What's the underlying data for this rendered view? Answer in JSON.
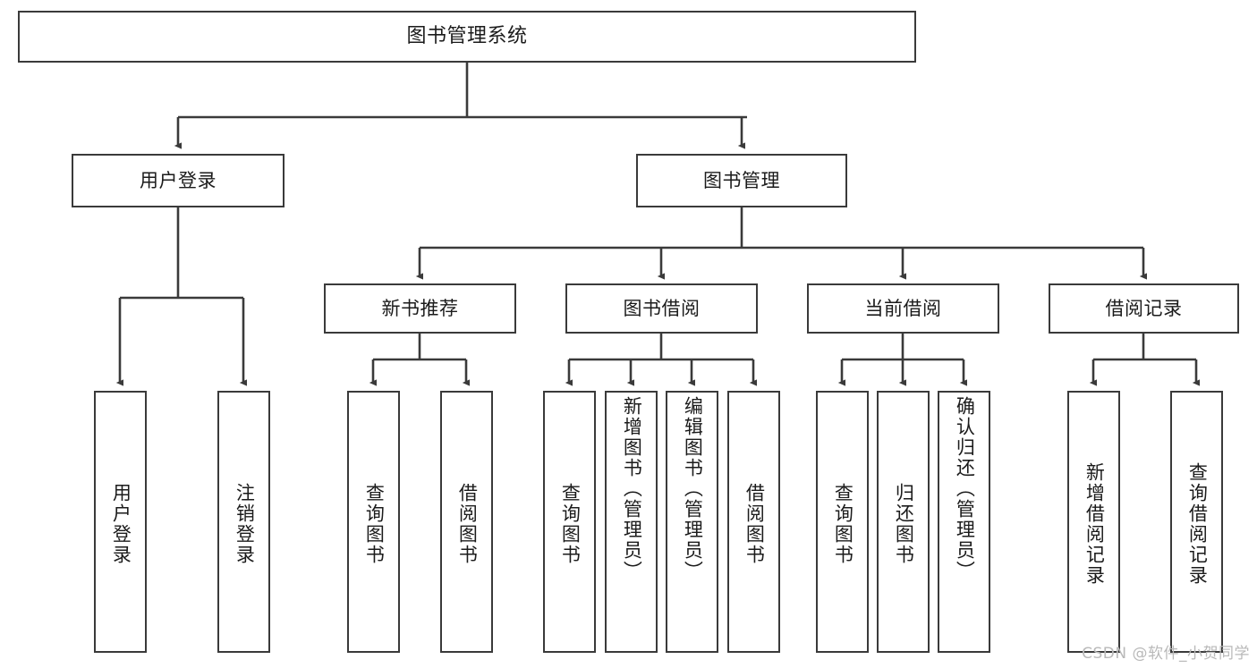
{
  "diagram": {
    "title": "图书管理系统",
    "type": "tree-hierarchy-functional-structure",
    "orientation": "top-down",
    "colors": {
      "box_border": "#3a3a3a",
      "box_fill": "#ffffff",
      "connector": "#3a3a3a",
      "text": "#1b1b1b",
      "background": "#ffffff",
      "watermark": "#b9b9b9"
    },
    "nodes": {
      "root": {
        "label": "图书管理系统"
      },
      "level2": [
        {
          "id": "user-login",
          "label": "用户登录"
        },
        {
          "id": "book-management",
          "label": "图书管理"
        }
      ],
      "level3": [
        {
          "id": "new-book-recommend",
          "label": "新书推荐"
        },
        {
          "id": "book-borrow",
          "label": "图书借阅"
        },
        {
          "id": "current-borrow",
          "label": "当前借阅"
        },
        {
          "id": "borrow-record",
          "label": "借阅记录"
        }
      ],
      "leaves": {
        "user-login": [
          {
            "id": "leaf-user-login",
            "label": "用户登录"
          },
          {
            "id": "leaf-logout-login",
            "label": "注销登录"
          }
        ],
        "new-book-recommend": [
          {
            "id": "leaf-query-book-1",
            "label": "查询图书"
          },
          {
            "id": "leaf-borrow-book-1",
            "label": "借阅图书"
          }
        ],
        "book-borrow": [
          {
            "id": "leaf-query-book-2",
            "label": "查询图书"
          },
          {
            "id": "leaf-add-book-admin",
            "label": "新增图书（管理员）"
          },
          {
            "id": "leaf-edit-book-admin",
            "label": "编辑图书（管理员）"
          },
          {
            "id": "leaf-borrow-book-2",
            "label": "借阅图书"
          }
        ],
        "current-borrow": [
          {
            "id": "leaf-query-book-3",
            "label": "查询图书"
          },
          {
            "id": "leaf-return-book",
            "label": "归还图书"
          },
          {
            "id": "leaf-confirm-return-admin",
            "label": "确认归还（管理员）"
          }
        ],
        "borrow-record": [
          {
            "id": "leaf-add-borrow-record",
            "label": "新增借阅记录"
          },
          {
            "id": "leaf-query-borrow-record",
            "label": "查询借阅记录"
          }
        ]
      }
    },
    "watermark": "CSDN @软件_小贺同学"
  }
}
